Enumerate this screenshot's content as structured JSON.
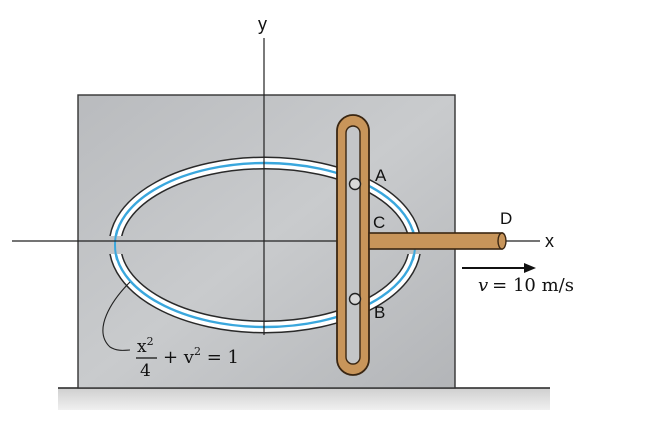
{
  "labels": {
    "y_axis": "y",
    "x_axis": "x",
    "point_a": "A",
    "point_b": "B",
    "point_c": "C",
    "point_d": "D"
  },
  "velocity": {
    "symbol": "v",
    "equals": "= 10 m/s"
  },
  "equation": {
    "numerator": "x",
    "numerator_exp": "2",
    "denominator": "4",
    "plus": "+ v",
    "second_exp": "2",
    "rhs": " = 1"
  },
  "colors": {
    "plate": "#c4c6c8",
    "slot_outline": "#2a2a2a",
    "slot_blue": "#3aa7dd",
    "rod": "#c8955a",
    "rod_edge": "#3a2612",
    "ground": "#d6d6d6"
  }
}
